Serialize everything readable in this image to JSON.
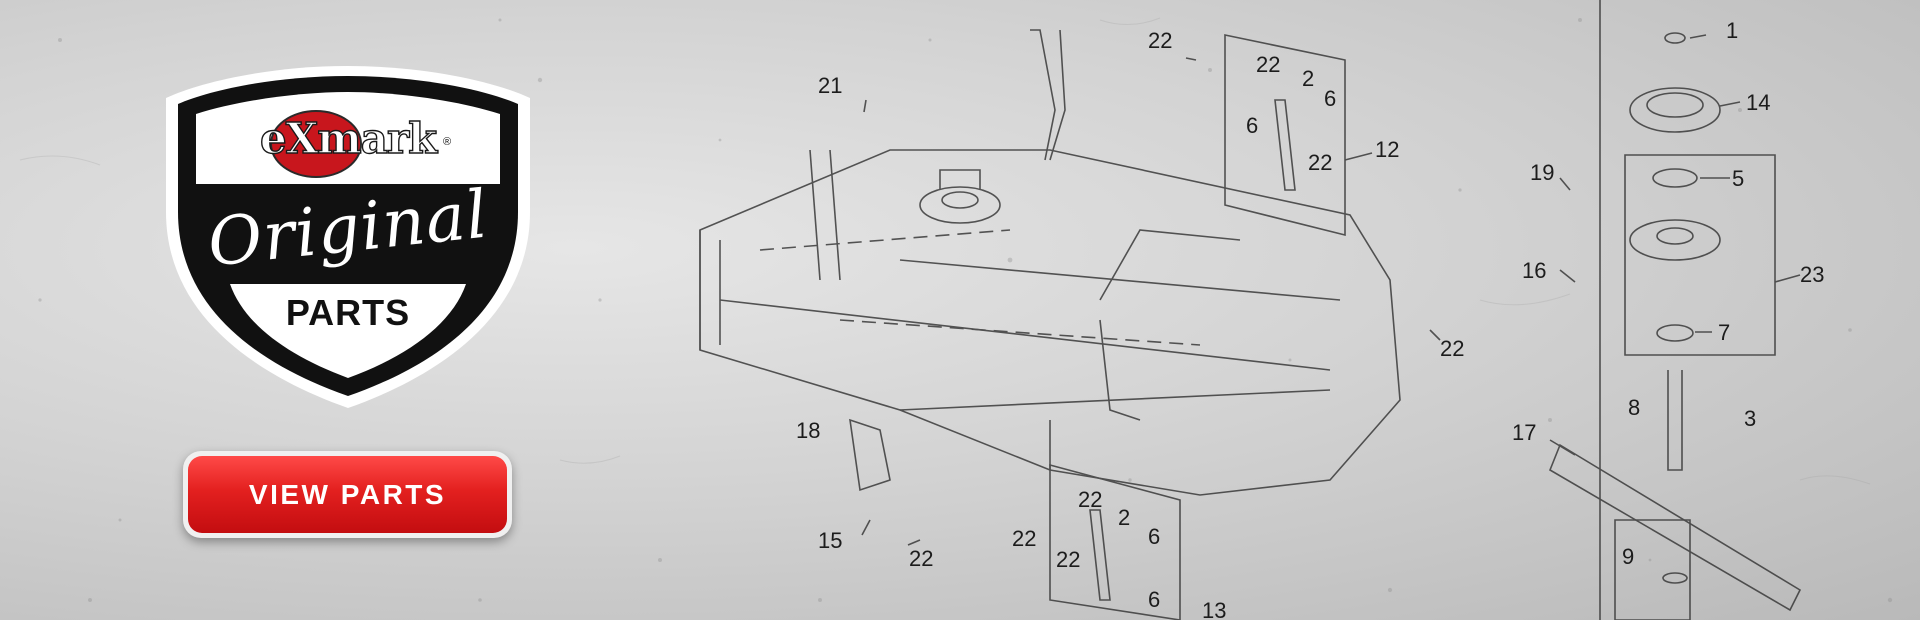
{
  "logo": {
    "brand_name": "eXmark",
    "registered_mark": "®",
    "headline": "Original",
    "subheadline": "PARTS"
  },
  "cta": {
    "label": "VIEW PARTS"
  },
  "diagram": {
    "callouts": [
      "21",
      "22",
      "22",
      "2",
      "6",
      "6",
      "22",
      "12",
      "1",
      "14",
      "19",
      "5",
      "16",
      "23",
      "7",
      "8",
      "3",
      "17",
      "9",
      "18",
      "15",
      "22",
      "22",
      "22",
      "2",
      "6",
      "22",
      "6",
      "13",
      "22"
    ]
  },
  "colors": {
    "brand_red": "#c8161d",
    "button_red": "#e3201f",
    "shield_black": "#111111",
    "background_gray": "#d3d3d3"
  }
}
